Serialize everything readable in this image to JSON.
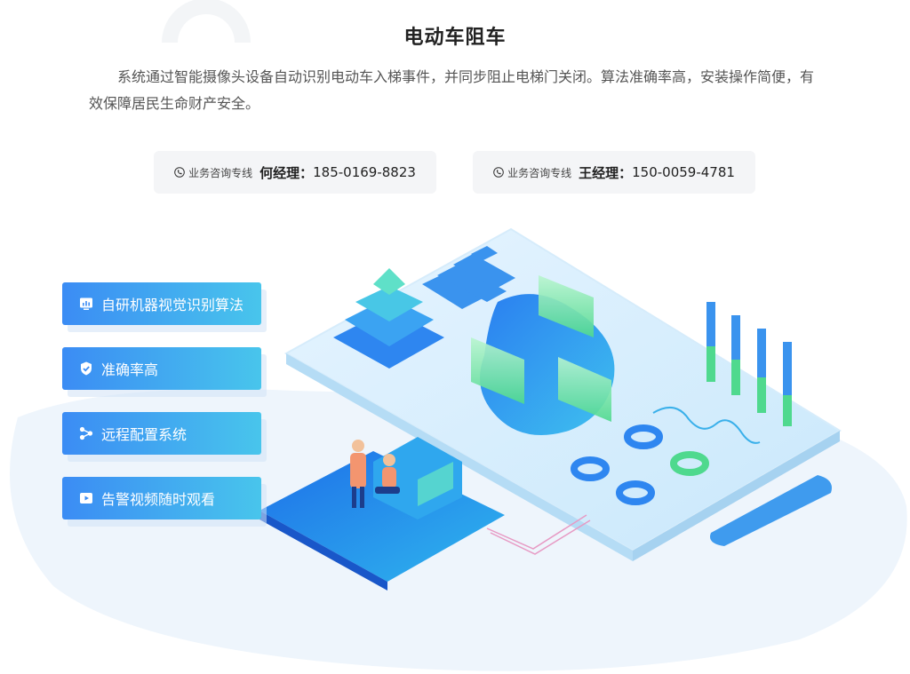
{
  "header": {
    "title": "电动车阻车",
    "description": "系统通过智能摄像头设备自动识别电动车入梯事件，并同步阻止电梯门关闭。算法准确率高，安装操作简便，有效保障居民生命财产安全。"
  },
  "contacts": [
    {
      "hotline_label": "业务咨询专线",
      "person": "何经理：",
      "number": "185-0169-8823",
      "icon": "phone-icon"
    },
    {
      "hotline_label": "业务咨询专线",
      "person": "王经理：",
      "number": "150-0059-4781",
      "icon": "phone-icon"
    }
  ],
  "features": [
    {
      "label": "自研机器视觉识别算法",
      "icon": "monitor-chart-icon"
    },
    {
      "label": "准确率高",
      "icon": "shield-check-icon"
    },
    {
      "label": "远程配置系统",
      "icon": "share-nodes-icon"
    },
    {
      "label": "告警视频随时观看",
      "icon": "play-video-icon"
    }
  ],
  "colors": {
    "accent_start": "#3b8cf4",
    "accent_end": "#48c5ec",
    "contact_bg": "#f4f5f7",
    "illustration_green": "#5ee0a0"
  }
}
